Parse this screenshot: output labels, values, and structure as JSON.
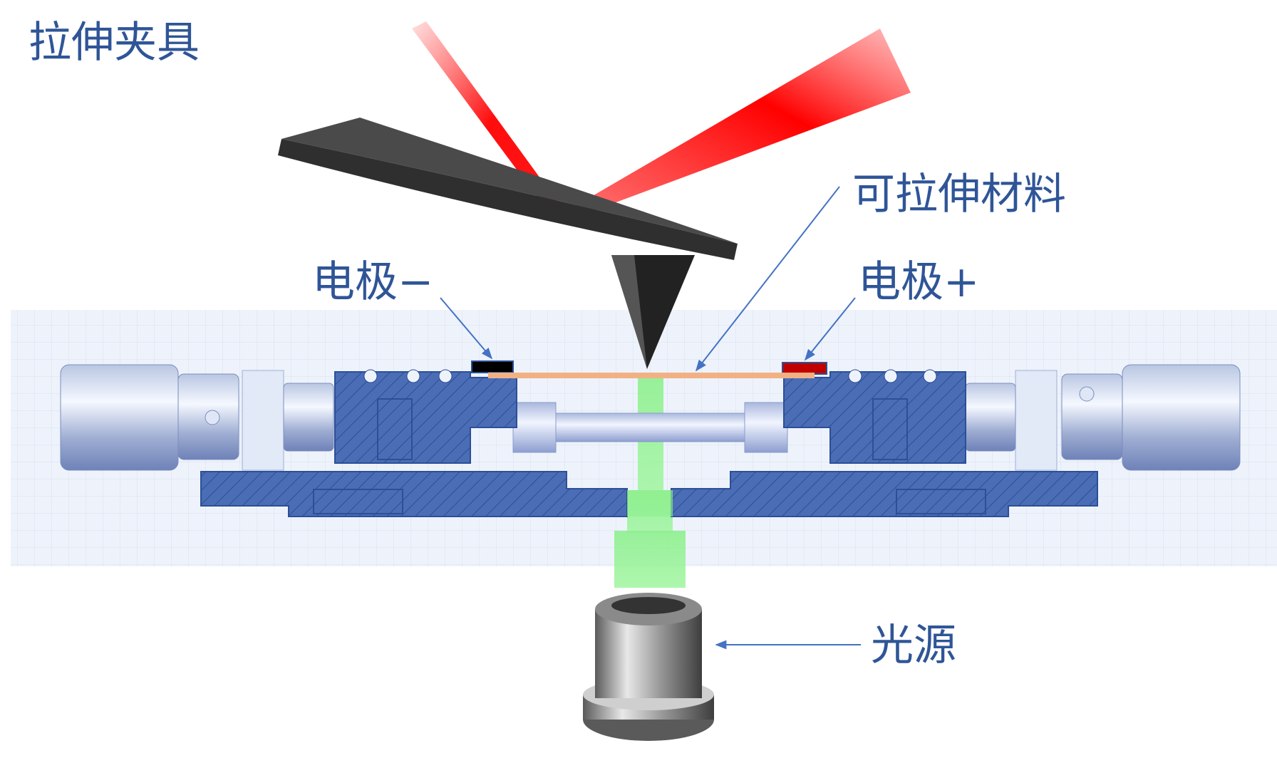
{
  "labels": {
    "title": "拉伸夹具",
    "stretchable_material": "可拉伸材料",
    "electrode_negative": "电极−",
    "electrode_positive": "电极+",
    "light_source": "光源"
  },
  "colors": {
    "label_text": "#2f5597",
    "fixture_blue": "#4a6db5",
    "laser_red": "#ff0000",
    "light_green": "#8ef08e",
    "cantilever": "#3a3a3a",
    "material_strip": "#f2b184",
    "electrode_negative": "#000000",
    "electrode_positive": "#c00000",
    "background_grid": "#eaf0fa"
  }
}
